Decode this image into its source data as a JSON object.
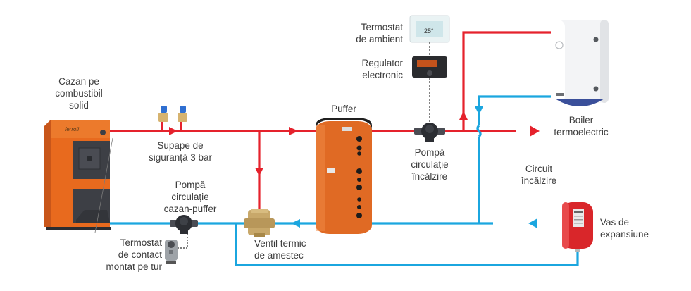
{
  "diagram": {
    "title": "Schema instalatie cazan combustibil solid cu puffer",
    "colors": {
      "hot": "#e5222c",
      "cold": "#1ba6df",
      "boiler_orange": "#e86a1e",
      "boiler_dark": "#3d3f45",
      "puffer_orange": "#e06a24",
      "expansion_red": "#d9262a",
      "brass": "#c8a86a"
    },
    "labels": {
      "cazan": "Cazan pe\ncombustibil\nsolid",
      "supape": "Supape de\nsiguranță 3 bar",
      "pompa_cazan": "Pompă\ncirculație\ncazan-puffer",
      "termostat_contact": "Termostat\nde contact\nmontat pe tur",
      "ventil": "Ventil termic\nde amestec",
      "puffer": "Puffer",
      "termostat_ambient": "Termostat\nde ambient",
      "regulator": "Regulator\nelectronic",
      "pompa_incalzire": "Pompă\ncirculație\nîncălzire",
      "boiler": "Boiler\ntermoelectric",
      "circuit": "Circuit\nîncălzire",
      "vas": "Vas de\nexpansiune"
    },
    "thermostat_display": "25°",
    "brand": "ferroli"
  }
}
